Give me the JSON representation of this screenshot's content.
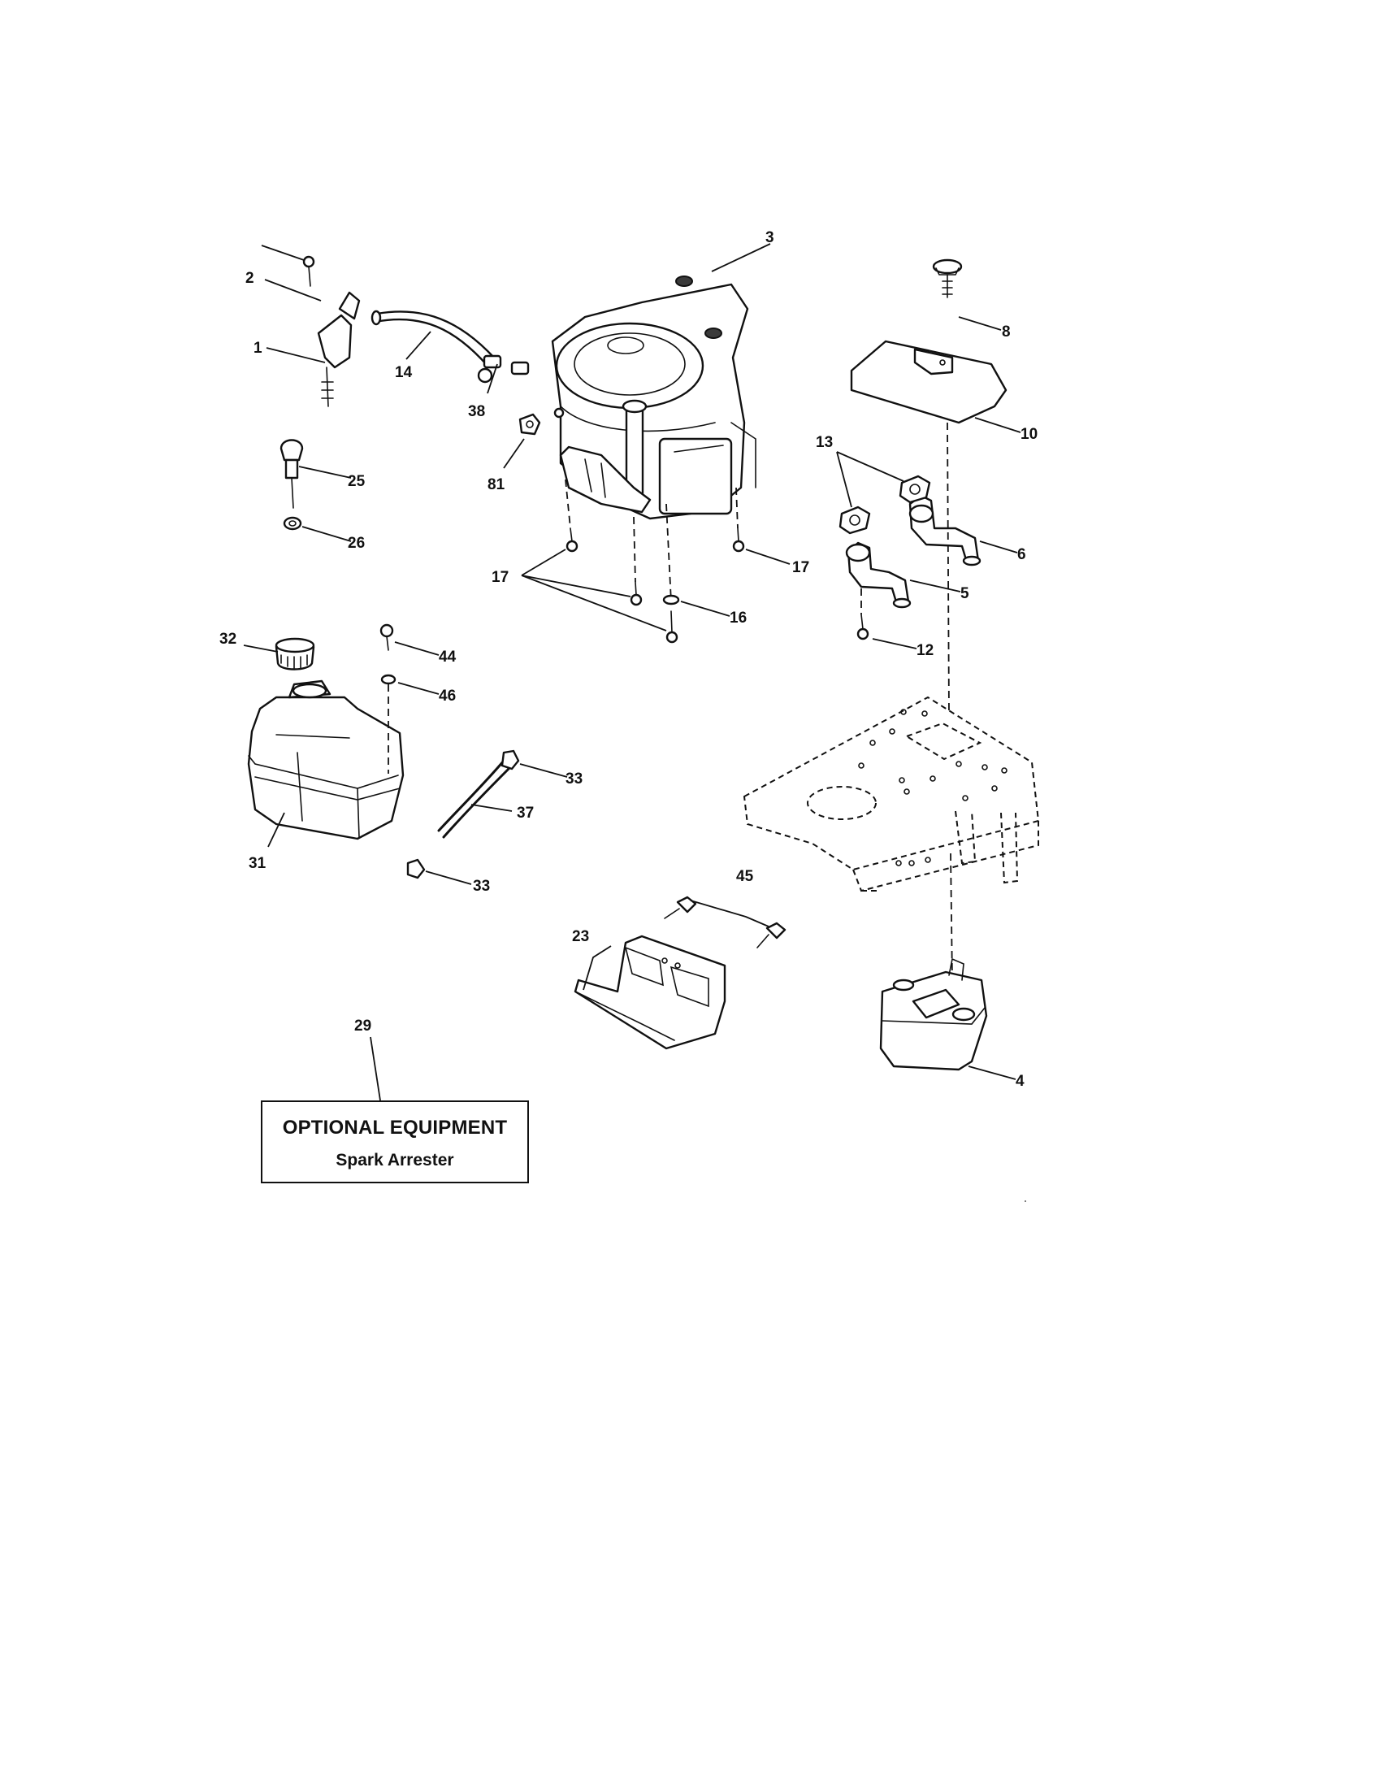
{
  "callouts": {
    "c1": "1",
    "c2": "2",
    "c3": "3",
    "c4": "4",
    "c5": "5",
    "c6": "6",
    "c8": "8",
    "c10": "10",
    "c12": "12",
    "c13": "13",
    "c14": "14",
    "c16": "16",
    "c17a": "17",
    "c17b": "17",
    "c23": "23",
    "c25": "25",
    "c26": "26",
    "c29": "29",
    "c31": "31",
    "c32": "32",
    "c33a": "33",
    "c33b": "33",
    "c37": "37",
    "c38": "38",
    "c44": "44",
    "c45": "45",
    "c46": "46",
    "c81": "81"
  },
  "optional_equipment": {
    "title": "OPTIONAL EQUIPMENT",
    "item": "Spark Arrester"
  },
  "colors": {
    "ink": "#111111",
    "paper": "#ffffff"
  }
}
